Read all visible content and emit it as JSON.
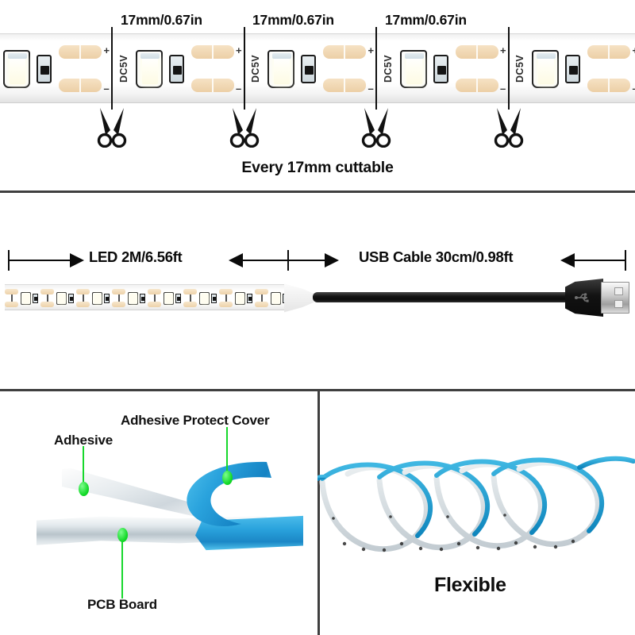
{
  "panels": {
    "cuttable": {
      "name": "Every 17mm cuttable",
      "caption": "Every 17mm cuttable",
      "cut_labels": [
        "17mm/0.67in",
        "17mm/0.67in",
        "17mm/0.67in"
      ],
      "strip_voltage_label": "DC5V",
      "polarity_plus": "+",
      "polarity_minus": "–",
      "scissors_icon": "scissors-icon",
      "scissors_count": 4
    },
    "length": {
      "led_length_label": "LED 2M/6.56ft",
      "usb_cable_label": "USB Cable 30cm/0.98ft",
      "usb_logo": "usb-trident-icon"
    },
    "adhesive": {
      "labels": [
        {
          "key": "adhesive",
          "text": "Adhesive"
        },
        {
          "key": "protect_cover",
          "text": "Adhesive Protect Cover"
        },
        {
          "key": "pcb_board",
          "text": "PCB Board"
        }
      ]
    },
    "flexible": {
      "caption": "Flexible",
      "loop_count": 4
    }
  },
  "colors": {
    "divider": "#3f3f3f",
    "text": "#0d0d0d",
    "leader_green": "#17d82c",
    "cover_blue": "#2aa3dd",
    "coil_blue": "#1ea3d8",
    "copper_pad": "#eccfa6",
    "led_white": "#fffef2"
  }
}
